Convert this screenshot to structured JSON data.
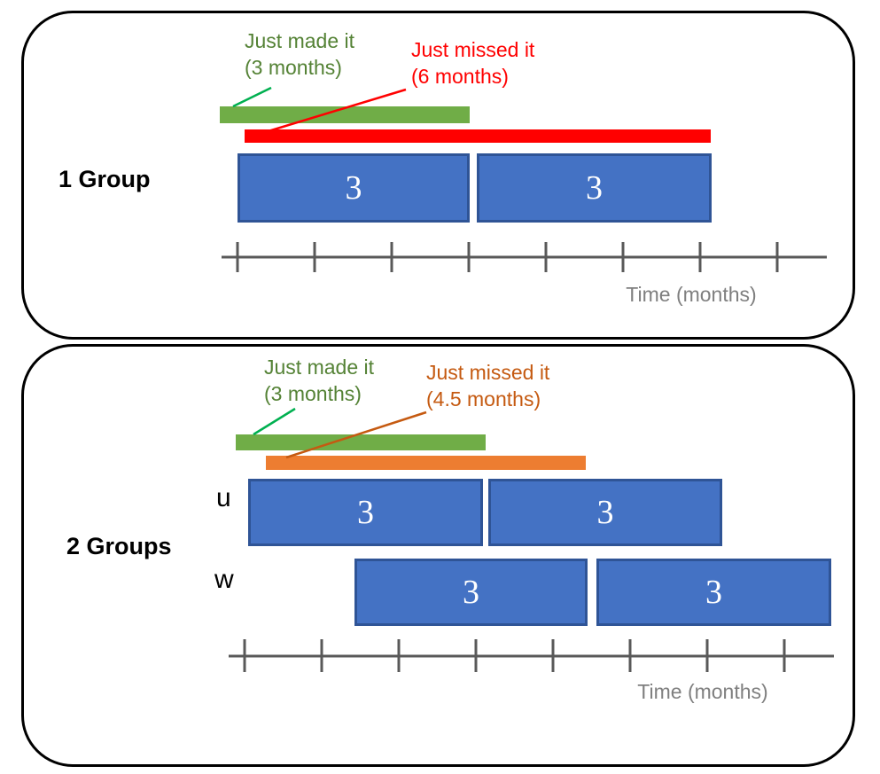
{
  "panel1": {
    "group_label": "1 Group",
    "made": {
      "title": "Just made it",
      "duration": "(3 months)"
    },
    "missed": {
      "title": "Just missed it",
      "duration": "(6 months)"
    },
    "boxes": [
      "3",
      "3"
    ],
    "axis_label": "Time (months)"
  },
  "panel2": {
    "group_label": "2 Groups",
    "made": {
      "title": "Just made it",
      "duration": "(3 months)"
    },
    "missed": {
      "title": "Just missed it",
      "duration": "(4.5 months)"
    },
    "rows": [
      {
        "label": "u",
        "boxes": [
          "3",
          "3"
        ]
      },
      {
        "label": "w",
        "boxes": [
          "3",
          "3"
        ]
      }
    ],
    "axis_label": "Time (months)"
  },
  "colors": {
    "made_bar": "#70AD47",
    "made_text": "#548235",
    "made_line": "#00B050",
    "missed_red": "#FF0000",
    "missed_orange_bar": "#ED7D31",
    "missed_orange_text": "#C55A11",
    "block_fill": "#4472C4",
    "block_border": "#2F5496",
    "block_value_text": "#FFFFFF",
    "axis": "#595959",
    "axis_label_text": "#7F7F7F",
    "panel_border": "#000000"
  },
  "chart_data": [
    {
      "type": "gantt",
      "panel": "1 Group",
      "axis": {
        "label": "Time (months)",
        "tick_count": 8,
        "tick_interval_months": 1
      },
      "bars": [
        {
          "name": "Just made it",
          "duration_months": 3,
          "start_months": -0.25,
          "color": "#70AD47"
        },
        {
          "name": "Just missed it",
          "duration_months": 6,
          "start_months": 0,
          "color": "#FF0000"
        },
        {
          "name": "group-block-1",
          "value": 3,
          "start_months": 0,
          "duration_months": 3,
          "color": "#4472C4"
        },
        {
          "name": "group-block-2",
          "value": 3,
          "start_months": 3.1,
          "duration_months": 3,
          "color": "#4472C4"
        }
      ]
    },
    {
      "type": "gantt",
      "panel": "2 Groups",
      "axis": {
        "label": "Time (months)",
        "tick_count": 8,
        "tick_interval_months": 1
      },
      "bars": [
        {
          "name": "Just made it",
          "duration_months": 3,
          "start_months": -0.25,
          "color": "#70AD47"
        },
        {
          "name": "Just missed it",
          "duration_months": 4.5,
          "start_months": 0.25,
          "color": "#ED7D31"
        },
        {
          "name": "u-block-1",
          "row": "u",
          "value": 3,
          "start_months": 0,
          "duration_months": 3,
          "color": "#4472C4"
        },
        {
          "name": "u-block-2",
          "row": "u",
          "value": 3,
          "start_months": 3.1,
          "duration_months": 3,
          "color": "#4472C4"
        },
        {
          "name": "w-block-1",
          "row": "w",
          "value": 3,
          "start_months": 1.5,
          "duration_months": 3,
          "color": "#4472C4"
        },
        {
          "name": "w-block-2",
          "row": "w",
          "value": 3,
          "start_months": 4.6,
          "duration_months": 3,
          "color": "#4472C4"
        }
      ]
    }
  ]
}
